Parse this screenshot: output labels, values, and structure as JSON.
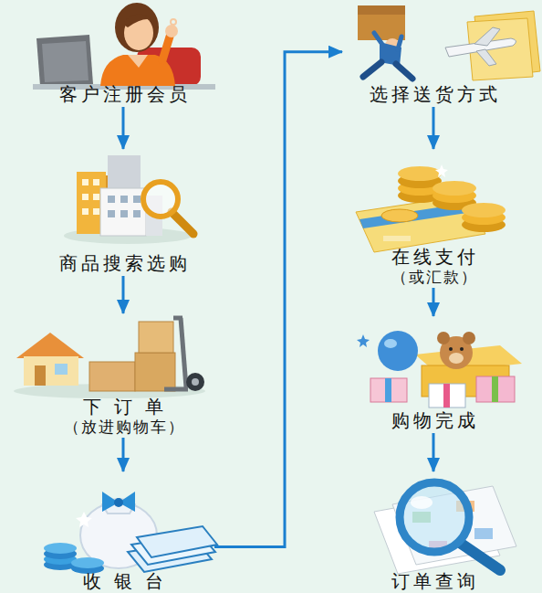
{
  "diagram": {
    "nodes": [
      {
        "text": [
          "客户注册会员"
        ]
      },
      {
        "text": [
          "商品搜索选购"
        ]
      },
      {
        "text": [
          "下 订 单",
          "（放进购物车）"
        ]
      },
      {
        "text": [
          "收 银 台"
        ]
      },
      {
        "text": [
          "选择送货方式"
        ]
      },
      {
        "text": [
          "在线支付",
          "（或汇款）"
        ]
      },
      {
        "text": [
          "购物完成"
        ]
      },
      {
        "text": [
          "订单查询"
        ]
      }
    ],
    "edges": [
      {
        "from": 0,
        "to": 1,
        "arrow": "to"
      },
      {
        "from": 1,
        "to": 2,
        "arrow": "to"
      },
      {
        "from": 2,
        "to": 3,
        "arrow": "to"
      },
      {
        "from": 3,
        "to": 4,
        "arrow": "to"
      },
      {
        "from": 4,
        "to": 5,
        "arrow": "to"
      },
      {
        "from": 5,
        "to": 6,
        "arrow": "to"
      },
      {
        "from": 6,
        "to": 7,
        "arrow": "to"
      }
    ]
  }
}
